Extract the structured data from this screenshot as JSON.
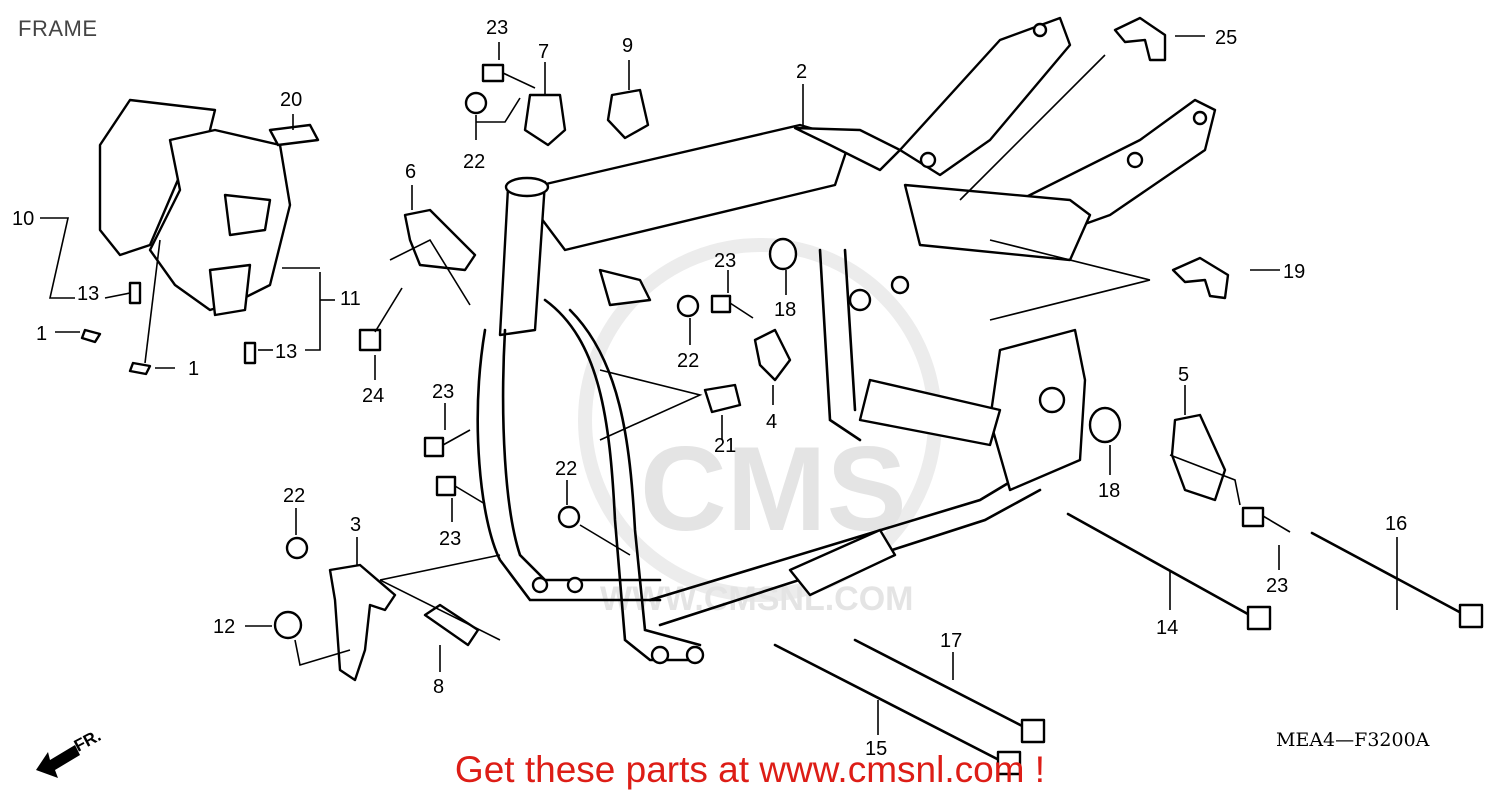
{
  "header": {
    "title": "FRAME"
  },
  "footer": {
    "diagram_code": "MEA4—F3200A",
    "promo_text": "Get these parts at www.cmsnl.com !"
  },
  "watermark": {
    "logo_text": "CMS",
    "url_text": "WWW.CMSNL.COM"
  },
  "direction_marker": {
    "label": "FR.",
    "icon": "forward-arrow-icon"
  },
  "callouts": [
    {
      "id": "c-23a",
      "label": "23"
    },
    {
      "id": "c-7",
      "label": "7"
    },
    {
      "id": "c-9",
      "label": "9"
    },
    {
      "id": "c-2",
      "label": "2"
    },
    {
      "id": "c-25",
      "label": "25"
    },
    {
      "id": "c-20",
      "label": "20"
    },
    {
      "id": "c-22a",
      "label": "22"
    },
    {
      "id": "c-6",
      "label": "6"
    },
    {
      "id": "c-10",
      "label": "10"
    },
    {
      "id": "c-13a",
      "label": "13"
    },
    {
      "id": "c-11",
      "label": "11"
    },
    {
      "id": "c-1a",
      "label": "1"
    },
    {
      "id": "c-13b",
      "label": "13"
    },
    {
      "id": "c-1b",
      "label": "1"
    },
    {
      "id": "c-24",
      "label": "24"
    },
    {
      "id": "c-23b",
      "label": "23"
    },
    {
      "id": "c-18a",
      "label": "18"
    },
    {
      "id": "c-22b",
      "label": "22"
    },
    {
      "id": "c-4",
      "label": "4"
    },
    {
      "id": "c-19",
      "label": "19"
    },
    {
      "id": "c-23c",
      "label": "23"
    },
    {
      "id": "c-21",
      "label": "21"
    },
    {
      "id": "c-5",
      "label": "5"
    },
    {
      "id": "c-18b",
      "label": "18"
    },
    {
      "id": "c-22c",
      "label": "22"
    },
    {
      "id": "c-23d",
      "label": "23"
    },
    {
      "id": "c-22d",
      "label": "22"
    },
    {
      "id": "c-3",
      "label": "3"
    },
    {
      "id": "c-16",
      "label": "16"
    },
    {
      "id": "c-23e",
      "label": "23"
    },
    {
      "id": "c-12",
      "label": "12"
    },
    {
      "id": "c-14",
      "label": "14"
    },
    {
      "id": "c-17",
      "label": "17"
    },
    {
      "id": "c-8",
      "label": "8"
    },
    {
      "id": "c-15",
      "label": "15"
    }
  ]
}
